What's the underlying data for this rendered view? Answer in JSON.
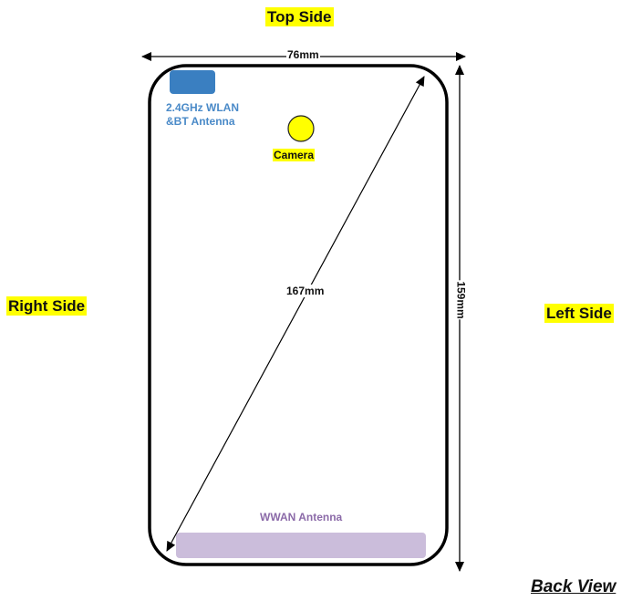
{
  "diagram": {
    "title": "Back View",
    "sides": {
      "top": "Top Side",
      "right": "Right Side",
      "left": "Left Side"
    },
    "dimensions": {
      "width": "76mm",
      "height": "159mm",
      "diagonal": "167mm"
    },
    "components": [
      {
        "id": "wlan-antenna",
        "label_line1": "2.4GHz WLAN",
        "label_line2": "&BT Antenna",
        "color": "#3a7fc1"
      },
      {
        "id": "camera",
        "label": "Camera",
        "color": "#ffff00"
      },
      {
        "id": "wwan-antenna",
        "label": "WWAN Antenna",
        "color": "#cbbddb",
        "label_color": "#8b6aa8"
      }
    ],
    "highlight_color": "#ffff00",
    "outline_color": "#000000"
  }
}
